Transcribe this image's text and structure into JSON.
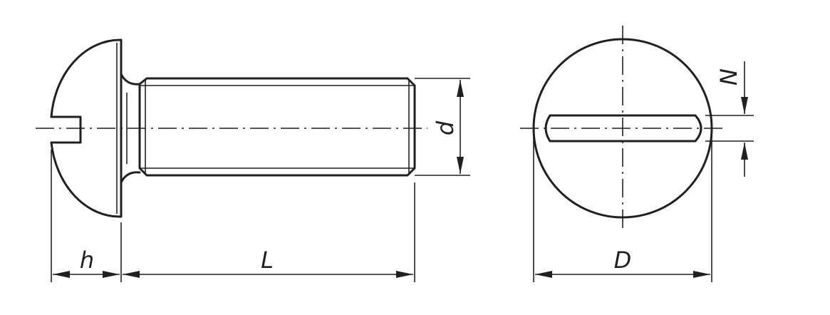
{
  "labels": {
    "head_height": "h",
    "length": "L",
    "thread_diameter": "d",
    "head_diameter": "D",
    "slot_width": "N"
  },
  "colors": {
    "line": "#231f20",
    "background": "#ffffff"
  }
}
